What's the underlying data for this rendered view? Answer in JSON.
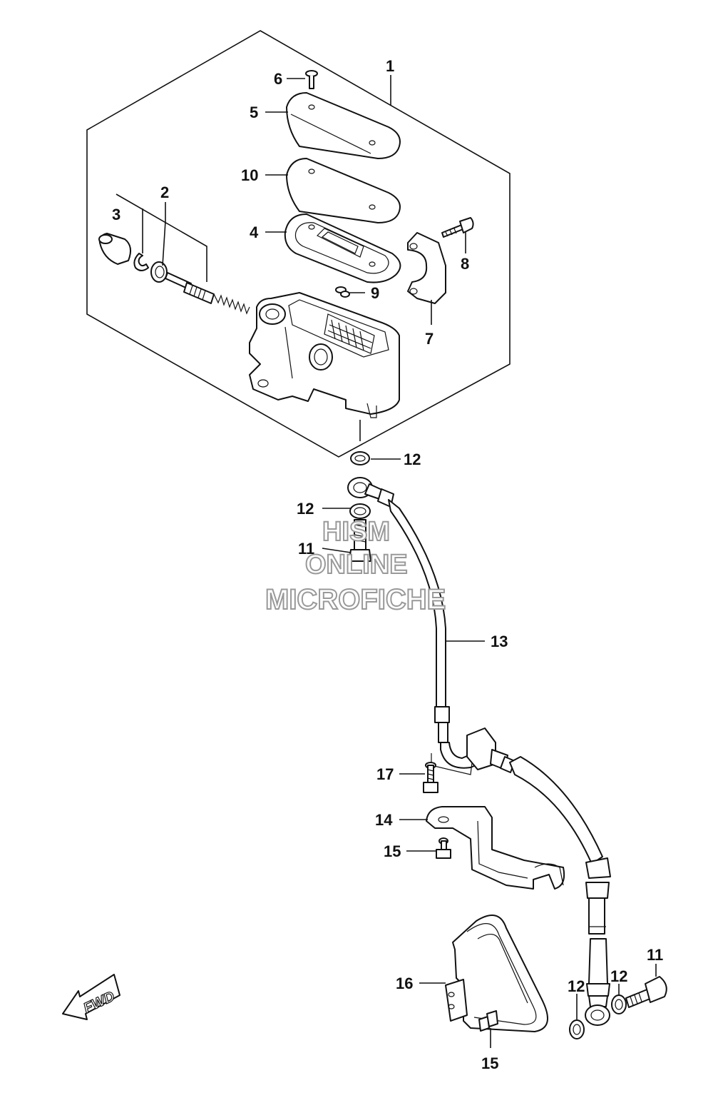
{
  "diagram": {
    "callouts": {
      "c1": "1",
      "c2": "2",
      "c3": "3",
      "c4": "4",
      "c5": "5",
      "c6": "6",
      "c7": "7",
      "c8": "8",
      "c9": "9",
      "c10": "10",
      "c11a": "11",
      "c11b": "11",
      "c12a": "12",
      "c12b": "12",
      "c12c": "12",
      "c12d": "12",
      "c13": "13",
      "c14": "14",
      "c15a": "15",
      "c15b": "15",
      "c16": "16",
      "c17": "17"
    },
    "watermark": {
      "line1": "HISM",
      "line2": "ONLINE",
      "line3": "MICROFICHE"
    },
    "direction_badge": "FWD"
  }
}
